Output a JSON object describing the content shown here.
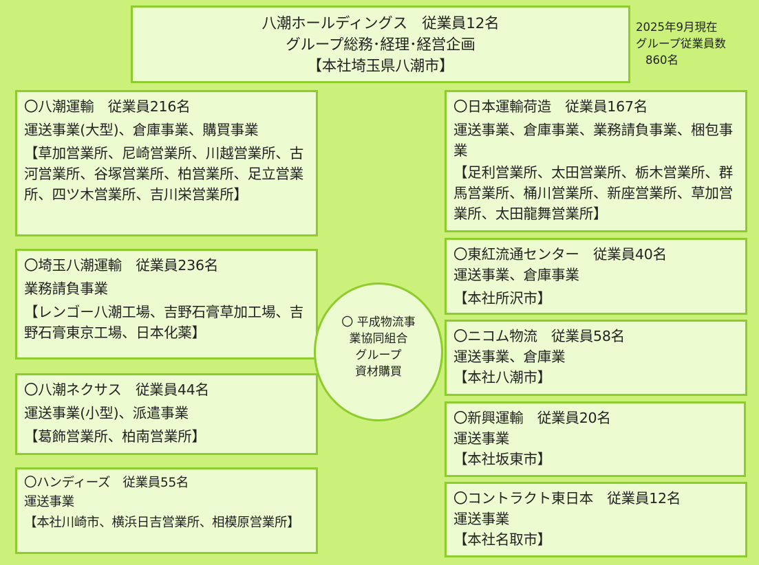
{
  "headquarters": {
    "line1": "八潮ホールディングス　従業員12名",
    "line2": "グループ総務･経理･経営企画",
    "line3": "【本社埼玉県八潮市】"
  },
  "note": {
    "line1": "2025年9月現在",
    "line2": "グループ従業員数",
    "line3": "860名"
  },
  "center": {
    "line1": "〇 平成物流事",
    "line2": "業協同組合",
    "line3": "グループ",
    "line4": "資材購買"
  },
  "companies": {
    "yashio_unyu": {
      "title": "〇八潮運輸　従業員216名",
      "business": "運送事業(大型)、倉庫事業、購買事業",
      "offices": "【草加営業所、尼崎営業所、川越営業所、古河営業所、谷塚営業所、柏営業所、足立営業所、四ツ木営業所、吉川栄営業所】"
    },
    "saitama_yashio": {
      "title": "〇埼玉八潮運輸　従業員236名",
      "business": "業務請負事業",
      "offices": "【レンゴー八潮工場、吉野石膏草加工場、吉野石膏東京工場、日本化薬】"
    },
    "yashio_nexus": {
      "title": "〇八潮ネクサス　従業員44名",
      "business": "運送事業(小型)、派遣事業",
      "offices": "【葛飾営業所、柏南営業所】"
    },
    "handys": {
      "title": "〇ハンディーズ　従業員55名",
      "business": "運送事業",
      "offices": "【本社川崎市、横浜日吉営業所、相模原営業所】"
    },
    "nihon_unyu": {
      "title": "〇日本運輸荷造　従業員167名",
      "business": "運送事業、倉庫事業、業務請負事業、梱包事業",
      "offices": "【足利営業所、太田営業所、栃木営業所、群馬営業所、桶川営業所、新座営業所、草加営業所、太田龍舞営業所】"
    },
    "tokou": {
      "title": "〇東紅流通センター　従業員40名",
      "business": "運送事業、倉庫事業",
      "offices": "【本社所沢市】"
    },
    "nicom": {
      "title": "〇ニコム物流　従業員58名",
      "business": "運送事業、倉庫業",
      "offices": "【本社八潮市】"
    },
    "shinko": {
      "title": "〇新興運輸　従業員20名",
      "business": "運送事業",
      "offices": "【本社坂東市】"
    },
    "contract": {
      "title": "〇コントラクト東日本　従業員12名",
      "business": "運送事業",
      "offices": "【本社名取市】"
    }
  }
}
